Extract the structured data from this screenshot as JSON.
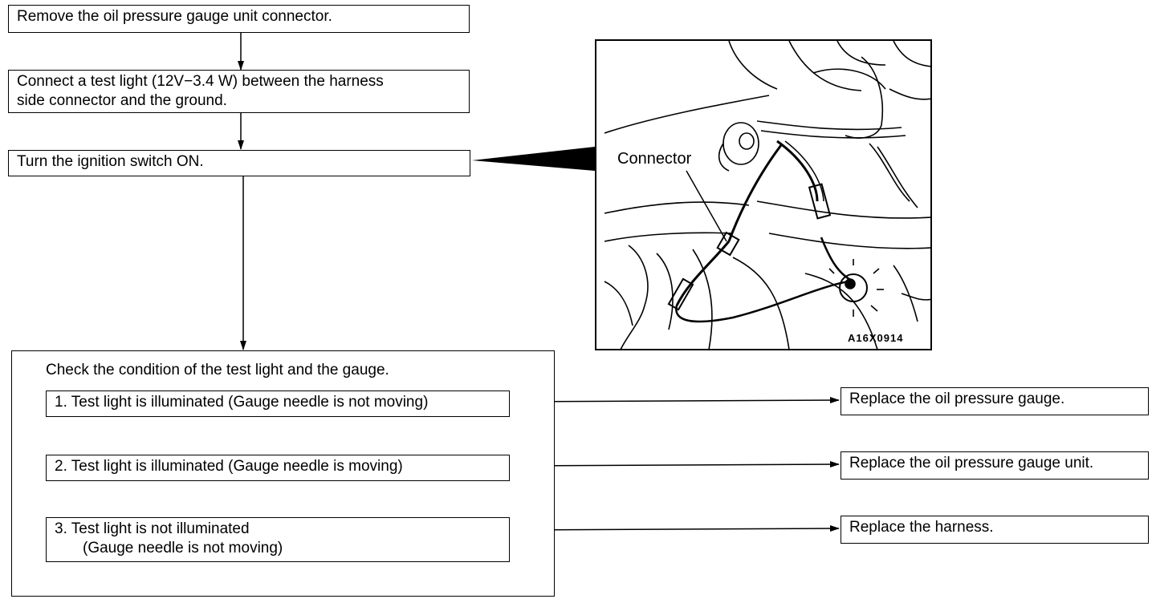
{
  "steps": {
    "s1": "Remove the oil pressure gauge unit connector.",
    "s2_line1": "Connect a test light (12V−3.4 W) between the harness",
    "s2_line2": "side connector and the ground.",
    "s3": "Turn the ignition switch ON."
  },
  "check": {
    "heading": "Check the condition of the test light and the gauge.",
    "c1": "1.  Test light is illuminated (Gauge needle is not moving)",
    "c2": "2.  Test light is illuminated (Gauge needle is moving)",
    "c3_line1": "3.  Test light is not illuminated",
    "c3_line2": "(Gauge needle is not moving)"
  },
  "results": {
    "r1": "Replace the oil pressure gauge.",
    "r2": "Replace the oil pressure gauge unit.",
    "r3": "Replace the harness."
  },
  "illustration": {
    "label": "Connector",
    "code": "A16X0914"
  }
}
